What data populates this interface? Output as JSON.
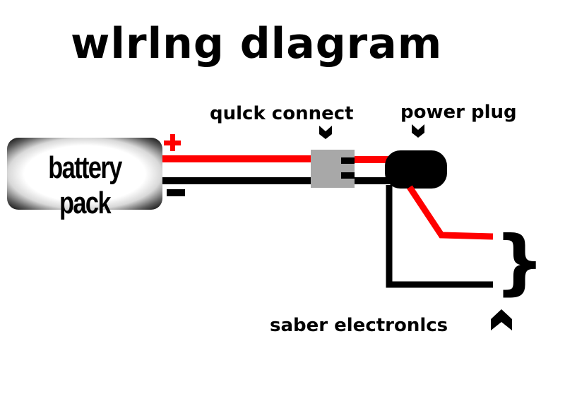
{
  "title": "wlrlng dlagram",
  "components": {
    "battery": {
      "label": "battery pack"
    },
    "quick_connect": {
      "label": "qulck connect"
    },
    "power_plug": {
      "label": "power plug"
    },
    "saber_electronics": {
      "label": "saber electronlcs"
    }
  },
  "polarity": {
    "positive": "+",
    "negative": "-"
  },
  "colors": {
    "positive_wire": "#ff0000",
    "negative_wire": "#000000",
    "connector": "#a8a8a8",
    "plug": "#000000"
  }
}
